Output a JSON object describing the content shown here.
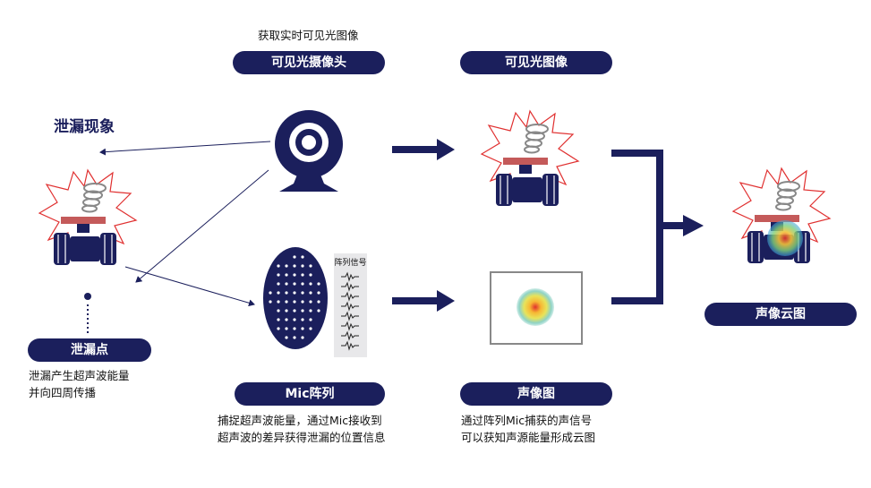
{
  "top_caption": "获取实时可见光图像",
  "leak_title": "泄漏现象",
  "labels": {
    "camera": "可见光摄像头",
    "visible_image": "可见光图像",
    "leak_point": "泄漏点",
    "mic_array": "Mic阵列",
    "acoustic_image": "声像图",
    "sound_cloud": "声像云图"
  },
  "descriptions": {
    "leak_point": [
      "泄漏产生超声波能量",
      "并向四周传播"
    ],
    "mic_array": [
      "捕捉超声波能量，通过Mic接收到",
      "超声波的差异获得泄漏的位置信息"
    ],
    "acoustic_image": [
      "通过阵列Mic捕获的声信号",
      "可以获知声源能量形成云图"
    ]
  },
  "array_signal_label": "阵列信号",
  "colors": {
    "navy": "#1b1f5c",
    "burst": "#e03030",
    "valve_band": "#c45a5a"
  }
}
